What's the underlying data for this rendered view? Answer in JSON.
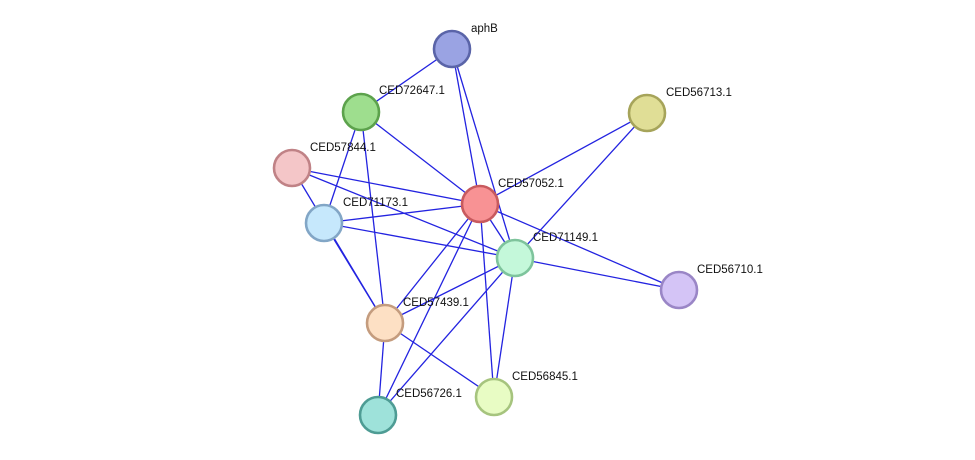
{
  "network": {
    "edge_color": "#2323e0",
    "nodes": [
      {
        "id": "aphB",
        "label": "aphB",
        "fill": "#9aa3e3",
        "stroke": "#5a64a8"
      },
      {
        "id": "CED72647.1",
        "label": "CED72647.1",
        "fill": "#9ede8e",
        "stroke": "#5ca24c"
      },
      {
        "id": "CED56713.1",
        "label": "CED56713.1",
        "fill": "#e0de96",
        "stroke": "#a6a45a"
      },
      {
        "id": "CED57844.1",
        "label": "CED57844.1",
        "fill": "#f4c6c8",
        "stroke": "#c08286"
      },
      {
        "id": "CED57052.1",
        "label": "CED57052.1",
        "fill": "#f89294",
        "stroke": "#c85a5e"
      },
      {
        "id": "CED71173.1",
        "label": "CED71173.1",
        "fill": "#c6e8fc",
        "stroke": "#82a6c6"
      },
      {
        "id": "CED71149.1",
        "label": "CED71149.1",
        "fill": "#c4f8da",
        "stroke": "#7ec49c"
      },
      {
        "id": "CED56710.1",
        "label": "CED56710.1",
        "fill": "#d4c4f6",
        "stroke": "#9a86c6"
      },
      {
        "id": "CED57439.1",
        "label": "CED57439.1",
        "fill": "#fde0c4",
        "stroke": "#c49c7e"
      },
      {
        "id": "CED56845.1",
        "label": "CED56845.1",
        "fill": "#e8fcc4",
        "stroke": "#a6c47e"
      },
      {
        "id": "CED56726.1",
        "label": "CED56726.1",
        "fill": "#9ee2da",
        "stroke": "#4e9c94"
      }
    ],
    "edges": [
      [
        "aphB",
        "CED72647.1"
      ],
      [
        "aphB",
        "CED57052.1"
      ],
      [
        "aphB",
        "CED71149.1"
      ],
      [
        "CED72647.1",
        "CED57052.1"
      ],
      [
        "CED72647.1",
        "CED71173.1"
      ],
      [
        "CED72647.1",
        "CED57439.1"
      ],
      [
        "CED56713.1",
        "CED57052.1"
      ],
      [
        "CED56713.1",
        "CED71149.1"
      ],
      [
        "CED57844.1",
        "CED57052.1"
      ],
      [
        "CED57844.1",
        "CED71149.1"
      ],
      [
        "CED57844.1",
        "CED57439.1"
      ],
      [
        "CED57052.1",
        "CED71173.1"
      ],
      [
        "CED57052.1",
        "CED71149.1"
      ],
      [
        "CED57052.1",
        "CED56710.1"
      ],
      [
        "CED57052.1",
        "CED57439.1"
      ],
      [
        "CED57052.1",
        "CED56845.1"
      ],
      [
        "CED57052.1",
        "CED56726.1"
      ],
      [
        "CED71173.1",
        "CED71149.1"
      ],
      [
        "CED71173.1",
        "CED57439.1"
      ],
      [
        "CED71149.1",
        "CED56710.1"
      ],
      [
        "CED71149.1",
        "CED57439.1"
      ],
      [
        "CED71149.1",
        "CED56845.1"
      ],
      [
        "CED71149.1",
        "CED56726.1"
      ],
      [
        "CED57439.1",
        "CED56845.1"
      ],
      [
        "CED57439.1",
        "CED56726.1"
      ]
    ]
  }
}
